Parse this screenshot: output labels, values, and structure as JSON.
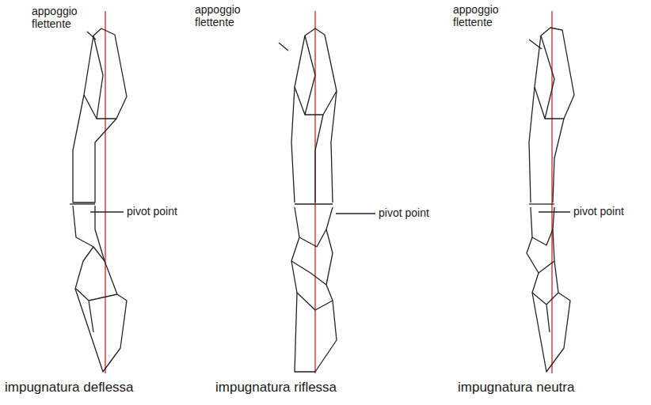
{
  "diagram": {
    "labels": [
      "appoggio flettente",
      "appoggio flettente",
      "appoggio flettente",
      "pivot point",
      "pivot point",
      "pivot point",
      "impugnatura deflessa",
      "impugnatura riflessa",
      "impugnatura neutra"
    ]
  }
}
